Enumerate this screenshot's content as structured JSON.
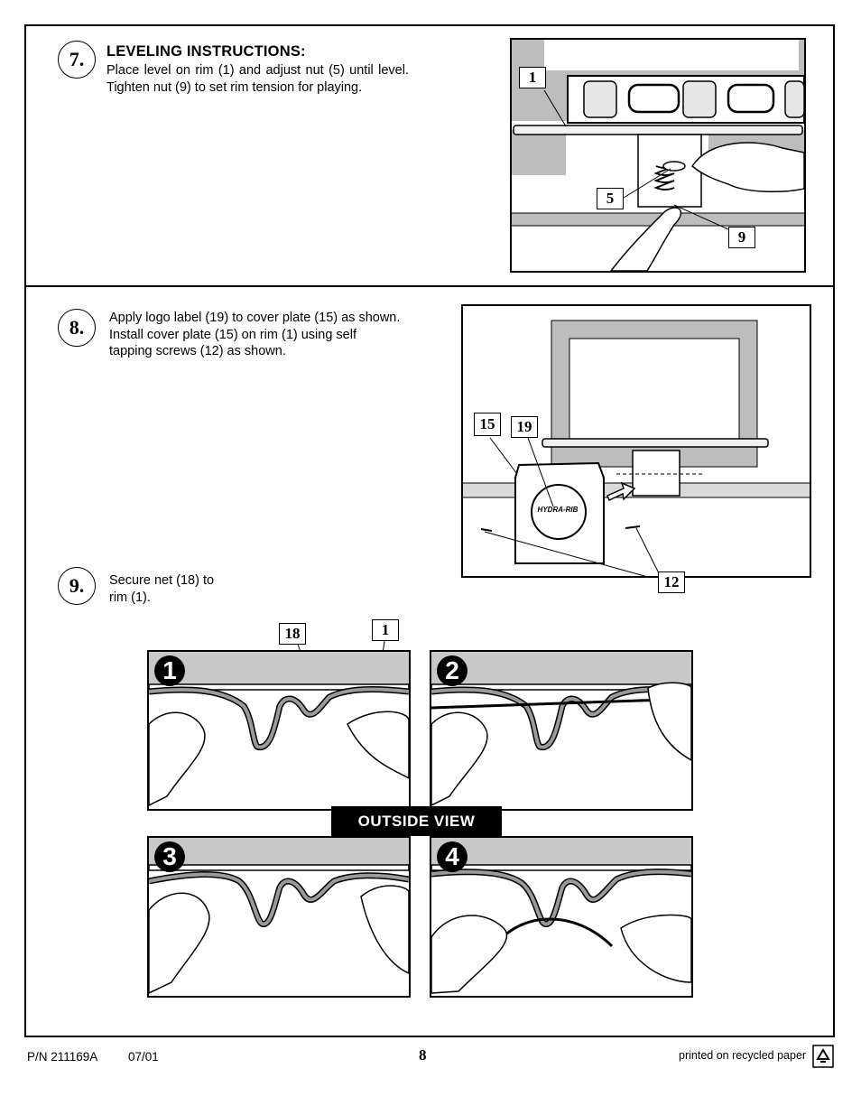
{
  "step7": {
    "number": "7.",
    "heading": "LEVELING INSTRUCTIONS:",
    "text": "Place level on rim (1) and adjust nut (5) until level. Tighten nut (9) to set rim tension for playing.",
    "callouts": [
      "1",
      "5",
      "9"
    ]
  },
  "step8": {
    "number": "8.",
    "text": "Apply logo label (19) to cover plate (15) as shown. Install cover plate (15) on rim (1) using self tapping screws (12) as shown.",
    "callouts": [
      "15",
      "19",
      "12"
    ],
    "logo_text": "HYDRA-RIB"
  },
  "step9": {
    "number": "9.",
    "text": "Secure net (18) to rim (1).",
    "callouts": [
      "18",
      "1"
    ],
    "panels": [
      "1",
      "2",
      "3",
      "4"
    ],
    "view_label": "OUTSIDE VIEW"
  },
  "footer": {
    "part_number": "P/N 211169A",
    "date": "07/01",
    "page": "8",
    "recycled": "printed on recycled paper"
  },
  "colors": {
    "ink": "#000000",
    "gray": "#bdbdbd",
    "light_gray": "#d9d9d9"
  }
}
